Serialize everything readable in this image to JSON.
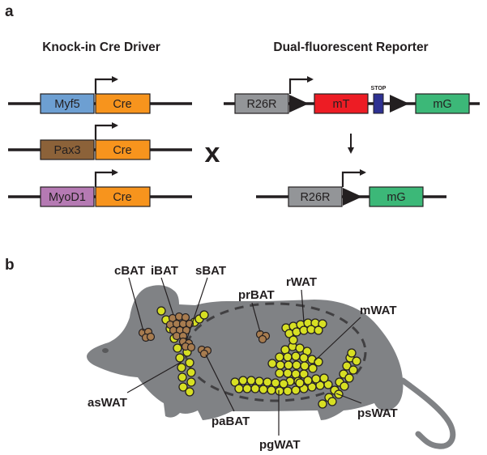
{
  "panel_a": {
    "letter": "a",
    "driver_title": "Knock-in Cre Driver",
    "reporter_title": "Dual-fluorescent Reporter",
    "drivers": [
      {
        "gene": "Myf5",
        "cre": "Cre",
        "color": "#6d9fd2"
      },
      {
        "gene": "Pax3",
        "cre": "Cre",
        "color": "#8c6239"
      },
      {
        "gene": "MyoD1",
        "cre": "Cre",
        "color": "#b57ab3"
      }
    ],
    "cre_color": "#f7941d",
    "cross_symbol": "x",
    "reporter_before": {
      "locus": "R26R",
      "mt": "mT",
      "stop": "STOP",
      "mg": "mG"
    },
    "reporter_after": {
      "locus": "R26R",
      "mg": "mG"
    },
    "colors": {
      "locus": "#939598",
      "mt": "#ed1c24",
      "stop": "#2e3192",
      "mg": "#3cb878"
    }
  },
  "panel_b": {
    "letter": "b",
    "labels": {
      "cbat": "cBAT",
      "ibat": "iBAT",
      "sbat": "sBAT",
      "prbat": "prBAT",
      "rwat": "rWAT",
      "mwat": "mWAT",
      "aswat": "asWAT",
      "pabat": "paBAT",
      "pgwat": "pgWAT",
      "pswat": "psWAT"
    },
    "colors": {
      "mouse": "#808285",
      "brown_fat": "#a87c4f",
      "white_fat": "#d7df23"
    }
  }
}
